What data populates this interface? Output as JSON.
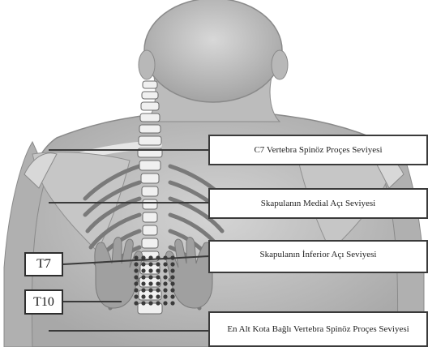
{
  "labels": {
    "c7": "C7 Vertebra Spinöz Proçes Seviyesi",
    "medial": "Skapulanın Medial Açı Seviyesi",
    "inferior": "Skapulanın İnferior Açı Seviyesi",
    "lowest": "En Alt Kota Bağlı Vertebra Spinöz Proçes Seviyesi"
  },
  "tags": {
    "t7": "T7",
    "t10": "T10"
  }
}
